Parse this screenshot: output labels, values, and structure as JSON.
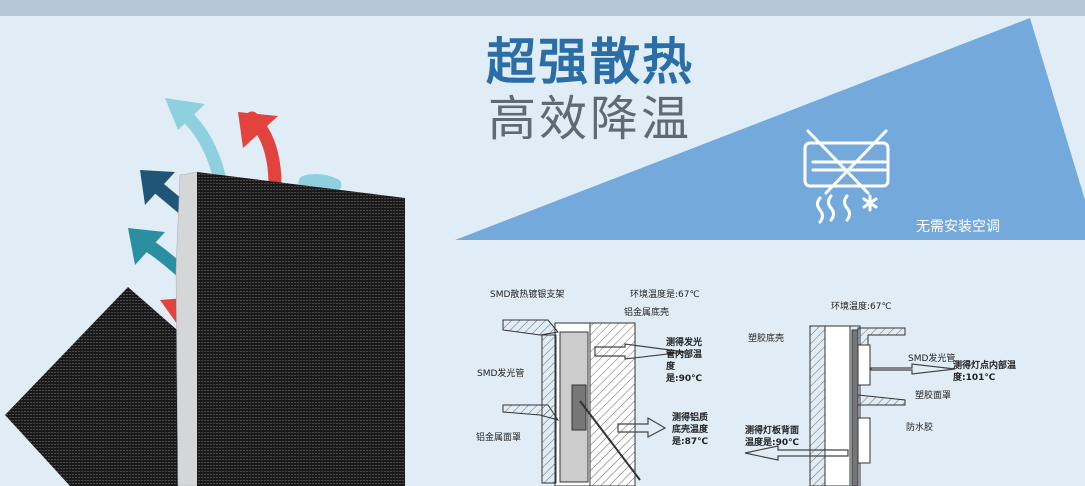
{
  "headline": {
    "main": "超强散热",
    "sub": "高效降温"
  },
  "ac_badge": {
    "label": "无需安装空调",
    "icon": "no-air-conditioner-icon"
  },
  "colors": {
    "accent_blue": "#2b6ea6",
    "triangle": "#74aadb",
    "background": "#e1edf6",
    "arrow_red": "#e2433d",
    "arrow_light": "#8fd0df",
    "arrow_dark": "#1f5677",
    "arrow_teal": "#2a8fa0"
  },
  "diagram_left": {
    "labels": [
      "SMD散热镀银支架",
      "环境温度是:67℃",
      "铝金属底壳",
      "测得发光管内部温度是:90℃",
      "SMD发光管",
      "测得铝质底壳温度是:87℃",
      "铝金属面罩"
    ]
  },
  "diagram_right": {
    "labels": [
      "环境温度:67℃",
      "塑胶底壳",
      "SMD发光管",
      "测得灯点内部温度:101℃",
      "塑胶面罩",
      "防水胶",
      "测得灯板背面温度是:90℃"
    ]
  }
}
